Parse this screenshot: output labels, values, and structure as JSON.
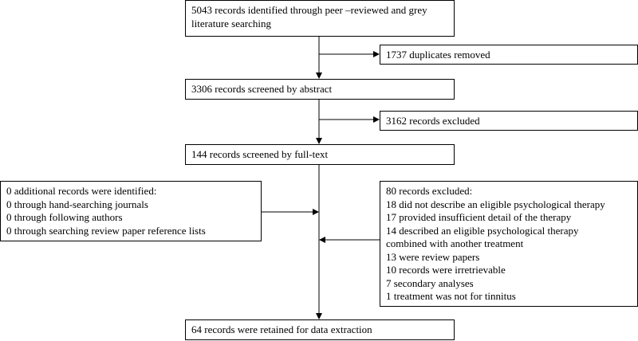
{
  "flow": {
    "identified": "5043 records identified through peer –reviewed and grey literature searching",
    "duplicates": "1737 duplicates removed",
    "screened_abstract": "3306 records screened by abstract",
    "excluded_abstract": "3162 records excluded",
    "screened_fulltext": "144 records screened by full-text",
    "additional": {
      "lines": [
        "0 additional records were identified:",
        "0 through hand-searching journals",
        "0 through following authors",
        "0 through searching review paper reference lists"
      ]
    },
    "excluded_fulltext": {
      "lines": [
        "80 records excluded:",
        "18 did not describe an eligible psychological therapy",
        "17 provided insufficient detail of the therapy",
        "14 described an eligible psychological therapy",
        "combined with another treatment",
        "13 were review papers",
        "10 records were irretrievable",
        "7 secondary analyses",
        "1 treatment was not for tinnitus"
      ]
    },
    "retained": "64 records were retained for data extraction"
  }
}
